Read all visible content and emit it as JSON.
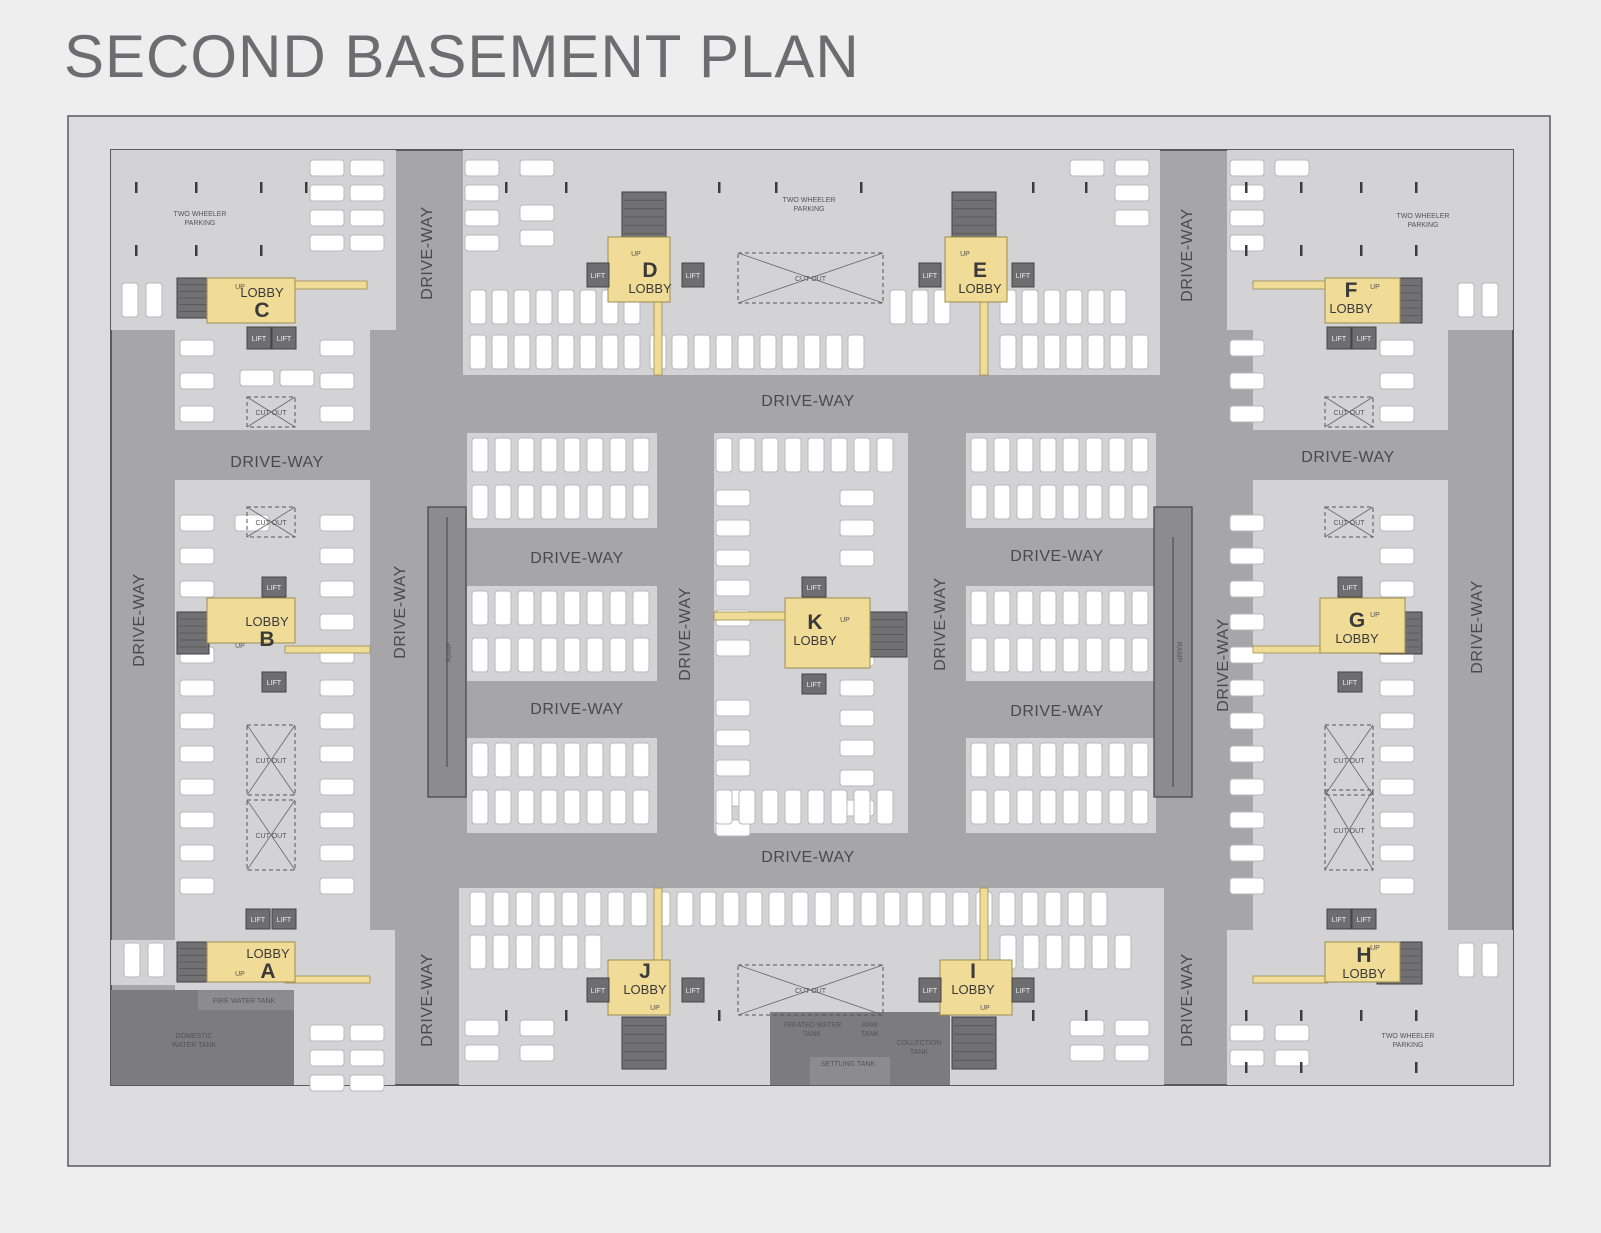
{
  "title": "SECOND BASEMENT PLAN",
  "colors": {
    "background": "#efeeee",
    "site": "#dddddf",
    "parking": "#d3d3d5",
    "driveway": "#a6a6a8",
    "lobby": "#f0dc96",
    "core": "#717173",
    "car": "#ffffff",
    "text": "#4a4a4c"
  },
  "labels": {
    "driveway": "DRIVE-WAY",
    "lobby": "LOBBY",
    "lift": "LIFT",
    "up": "UP",
    "cutout": "CUT OUT",
    "two_wheeler": [
      "TWO WHEELER",
      "PARKING"
    ],
    "fire_tank": "FIRE WATER TANK",
    "domestic_tank": [
      "DOMESTIC",
      "WATER TANK"
    ],
    "treated_tank": [
      "TREATED WATER",
      "TANK"
    ],
    "raw_tank": [
      "RAW",
      "TANK"
    ],
    "settling_tank": "SETTLING TANK",
    "collection_tank": [
      "COLLECTION",
      "TANK"
    ],
    "ramp": "RAMP"
  },
  "lobbies": [
    "A",
    "B",
    "C",
    "D",
    "E",
    "F",
    "G",
    "H",
    "I",
    "J",
    "K"
  ]
}
